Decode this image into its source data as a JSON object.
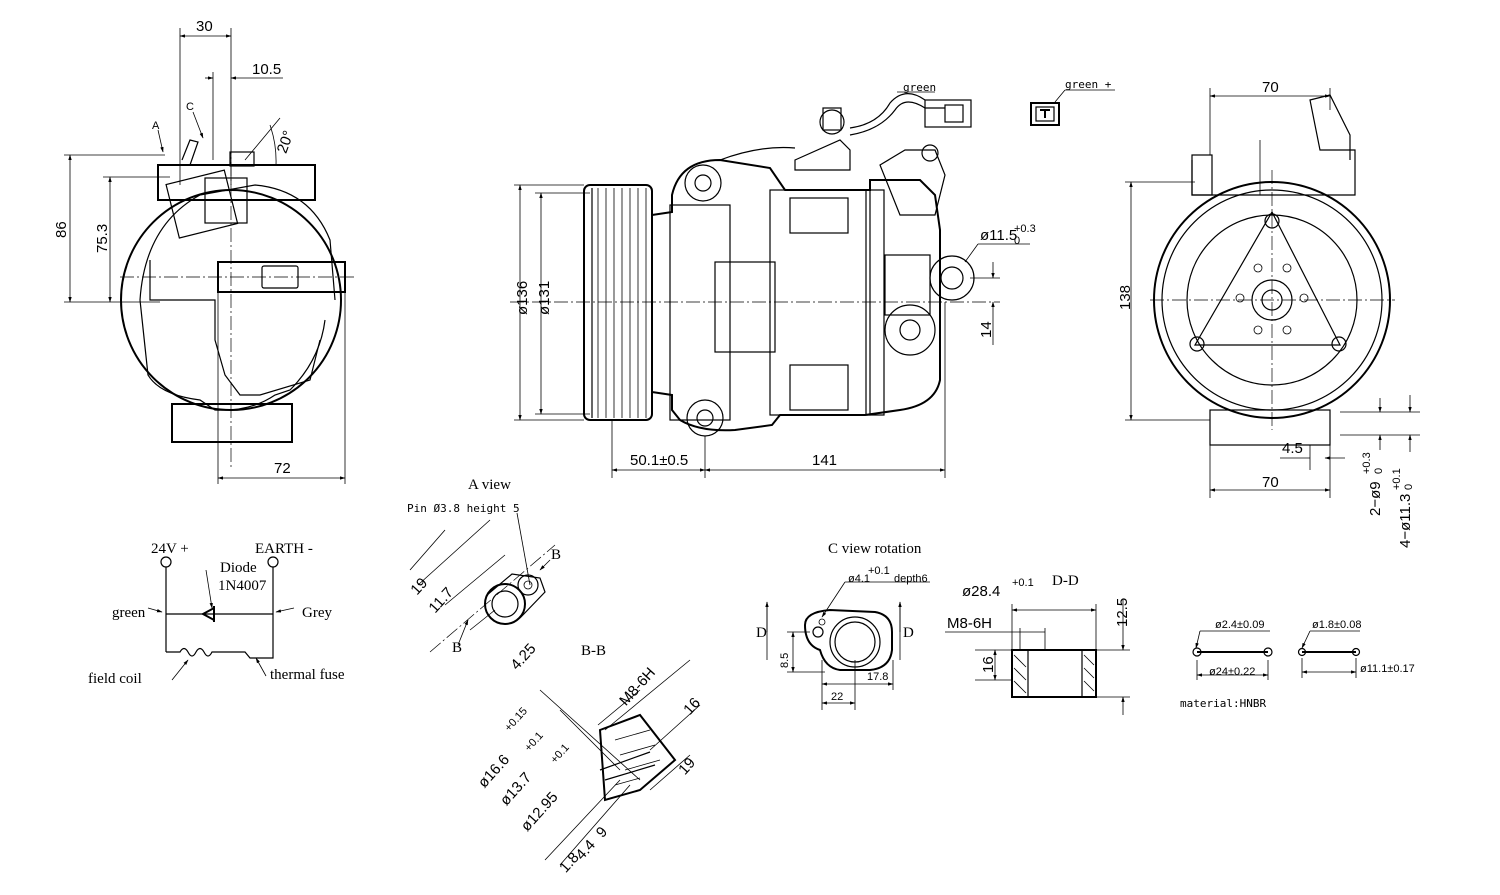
{
  "left_view": {
    "dim_30": "30",
    "dim_10_5": "10.5",
    "label_a": "A",
    "label_c": "C",
    "dim_20deg": "20°",
    "dim_86": "86",
    "dim_75_3": "75.3",
    "dim_72": "72"
  },
  "front_view": {
    "wire_green": "green",
    "dim_d136": "ø136",
    "dim_d131": "ø131",
    "dim_d11_5": "ø11.5",
    "dim_d11_5_tol_up": "+0.3",
    "dim_d11_5_tol_lo": "0",
    "dim_14": "14",
    "dim_50_1": "50.1±0.5",
    "dim_141": "141"
  },
  "connector": {
    "label": "green +"
  },
  "right_view": {
    "dim_70_top": "70",
    "dim_138": "138",
    "dim_4_5": "4.5",
    "dim_70_bottom": "70",
    "dim_2_d9": "2−ø9",
    "dim_2_d9_tol_up": "+0.3",
    "dim_2_d9_tol_lo": "0",
    "dim_4_d11_3": "4−ø11.3",
    "dim_4_d11_3_tol_up": "+0.1",
    "dim_4_d11_3_tol_lo": "0"
  },
  "circuit": {
    "v24": "24V +",
    "earth": "EARTH -",
    "diode": "Diode",
    "diode_model": "1N4007",
    "green": "green",
    "grey": "Grey",
    "field_coil": "field coil",
    "thermal_fuse": "thermal fuse"
  },
  "a_view": {
    "title": "A view",
    "pin_note": "Pin Ø3.8 height 5",
    "label_b1": "B",
    "label_b2": "B",
    "dim_19": "19",
    "dim_11_7": "11.7",
    "dim_4_25": "4.25"
  },
  "bb_view": {
    "title": "B-B",
    "thread": "M8-6H",
    "dim_16": "16",
    "dim_19": "19",
    "dim_d16_6": "ø16.6",
    "dim_d16_6_tol": "+0.15",
    "dim_d13_7": "ø13.7",
    "dim_d13_7_tol": "+0.1",
    "dim_d12_95": "ø12.95",
    "dim_d12_95_tol": "+0.1",
    "dim_9": "9",
    "dim_4_4": "4.4",
    "dim_1_8": "1.8"
  },
  "c_view": {
    "title": "C view rotation",
    "hole": "ø4.1",
    "hole_tol": "+0.1",
    "hole_depth": "depth6",
    "label_d1": "D",
    "label_d2": "D",
    "dim_8_5": "8.5",
    "dim_17_8": "17.8",
    "dim_22": "22"
  },
  "dd_view": {
    "title": "D-D",
    "dim_d28_4": "ø28.4",
    "dim_d28_4_tol": "+0.1",
    "thread": "M8-6H",
    "dim_12_5": "12.5",
    "dim_16": "16"
  },
  "orings": {
    "ring1_d": "ø2.4±0.09",
    "ring1_id": "ø24±0.22",
    "ring2_d": "ø1.8±0.08",
    "ring2_id": "ø11.1±0.17",
    "material": "material:HNBR"
  }
}
